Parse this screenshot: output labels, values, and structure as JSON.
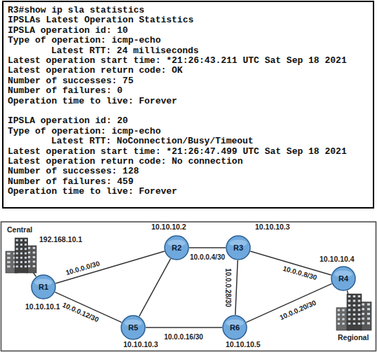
{
  "diagram": {
    "nodes": [
      {
        "text": [
          "R3#show ip sla statistics",
          "IPSLAs Latest Operation Statistics",
          "IPSLA operation id: 10",
          "Type of operation: icmp-echo",
          "Latest RTT: 24 milliseconds",
          "Latest operation start time: *21:26:43.211 UTC Sat Sep 18 2021",
          "Latest operation return code: OK",
          "Number of successes: 75",
          "Number of failures: 0",
          "Operation time to live: Forever",
          "IPSLA operation id: 20",
          "Type of operation: icmp-echo",
          "Latest RTT: NoConnection/Busy/Timeout",
          "Latest operation start time: *21:26:47.499 UTC Sat Sep 18 2021",
          "Latest operation return code: No connection",
          "Number of successes: 128",
          "Number of failures: 459",
          "Operation time to live: Forever"
        ]
      },
      {
        "text": [
          "Central",
          "192.168.10.1"
        ]
      },
      {
        "text": [
          "R1",
          "10.10.10.1"
        ]
      },
      {
        "text": [
          "R2",
          "10.10.10.2"
        ]
      },
      {
        "text": [
          "R3",
          "10.10.10.3"
        ]
      },
      {
        "text": [
          "R4",
          "10.10.10.4"
        ]
      },
      {
        "text": [
          "R5",
          "10.10.10.3"
        ]
      },
      {
        "text": [
          "R6",
          "10.10.10.5"
        ]
      },
      {
        "text": [
          "Regional"
        ]
      }
    ],
    "edges": [
      {
        "from": 1,
        "to": 2,
        "arrow": "none"
      },
      {
        "from": 2,
        "to": 3,
        "label": "10.0.0.0/30",
        "arrow": "none"
      },
      {
        "from": 2,
        "to": 6,
        "label": "10.0.0.12/30",
        "arrow": "none"
      },
      {
        "from": 3,
        "to": 4,
        "label": "10.0.0.4/30",
        "arrow": "none"
      },
      {
        "from": 3,
        "to": 6,
        "arrow": "none"
      },
      {
        "from": 4,
        "to": 5,
        "label": "10.0.0.8/30",
        "arrow": "none"
      },
      {
        "from": 4,
        "to": 7,
        "label": "10.0.0.28/30",
        "arrow": "none"
      },
      {
        "from": 6,
        "to": 7,
        "label": "10.0.0.16/30",
        "arrow": "none"
      },
      {
        "from": 7,
        "to": 5,
        "label": "10.0.0.20/30",
        "arrow": "none"
      },
      {
        "from": 5,
        "to": 8,
        "arrow": "none"
      }
    ]
  }
}
